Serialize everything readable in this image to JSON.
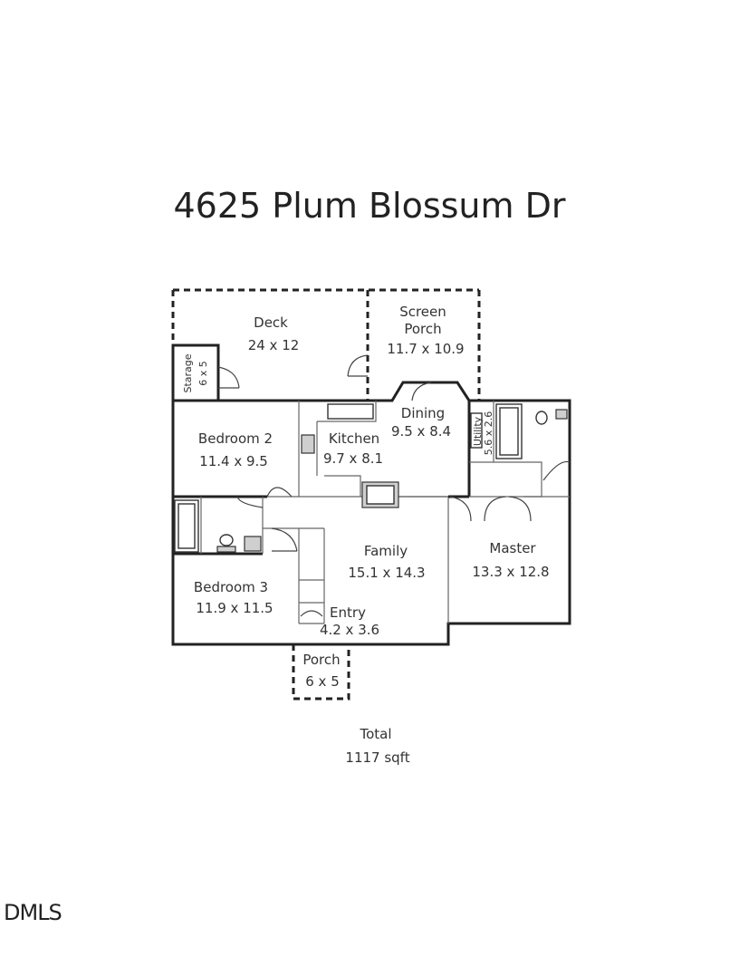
{
  "title": "4625 Plum Blossum Dr",
  "rooms": {
    "deck": {
      "name": "Deck",
      "dims": "24 x 12"
    },
    "screen_porch": {
      "name_line1": "Screen",
      "name_line2": "Porch",
      "dims": "11.7 x 10.9"
    },
    "storage": {
      "name": "Starage",
      "dims": "6 x 5"
    },
    "bedroom2": {
      "name": "Bedroom 2",
      "dims": "11.4 x 9.5"
    },
    "kitchen": {
      "name": "Kitchen",
      "dims": "9.7 x 8.1"
    },
    "dining": {
      "name": "Dining",
      "dims": "9.5 x 8.4"
    },
    "utility": {
      "name": "Utility",
      "dims": "5.6 x 2.6"
    },
    "family": {
      "name": "Family",
      "dims": "15.1 x 14.3"
    },
    "master": {
      "name": "Master",
      "dims": "13.3 x 12.8"
    },
    "bedroom3": {
      "name": "Bedroom 3",
      "dims": "11.9 x 11.5"
    },
    "entry": {
      "name": "Entry",
      "dims": "4.2 x 3.6"
    },
    "porch": {
      "name": "Porch",
      "dims": "6 x 5"
    }
  },
  "total": {
    "label": "Total",
    "value": "1117 sqft"
  },
  "footer": {
    "logo": "DMLS"
  }
}
